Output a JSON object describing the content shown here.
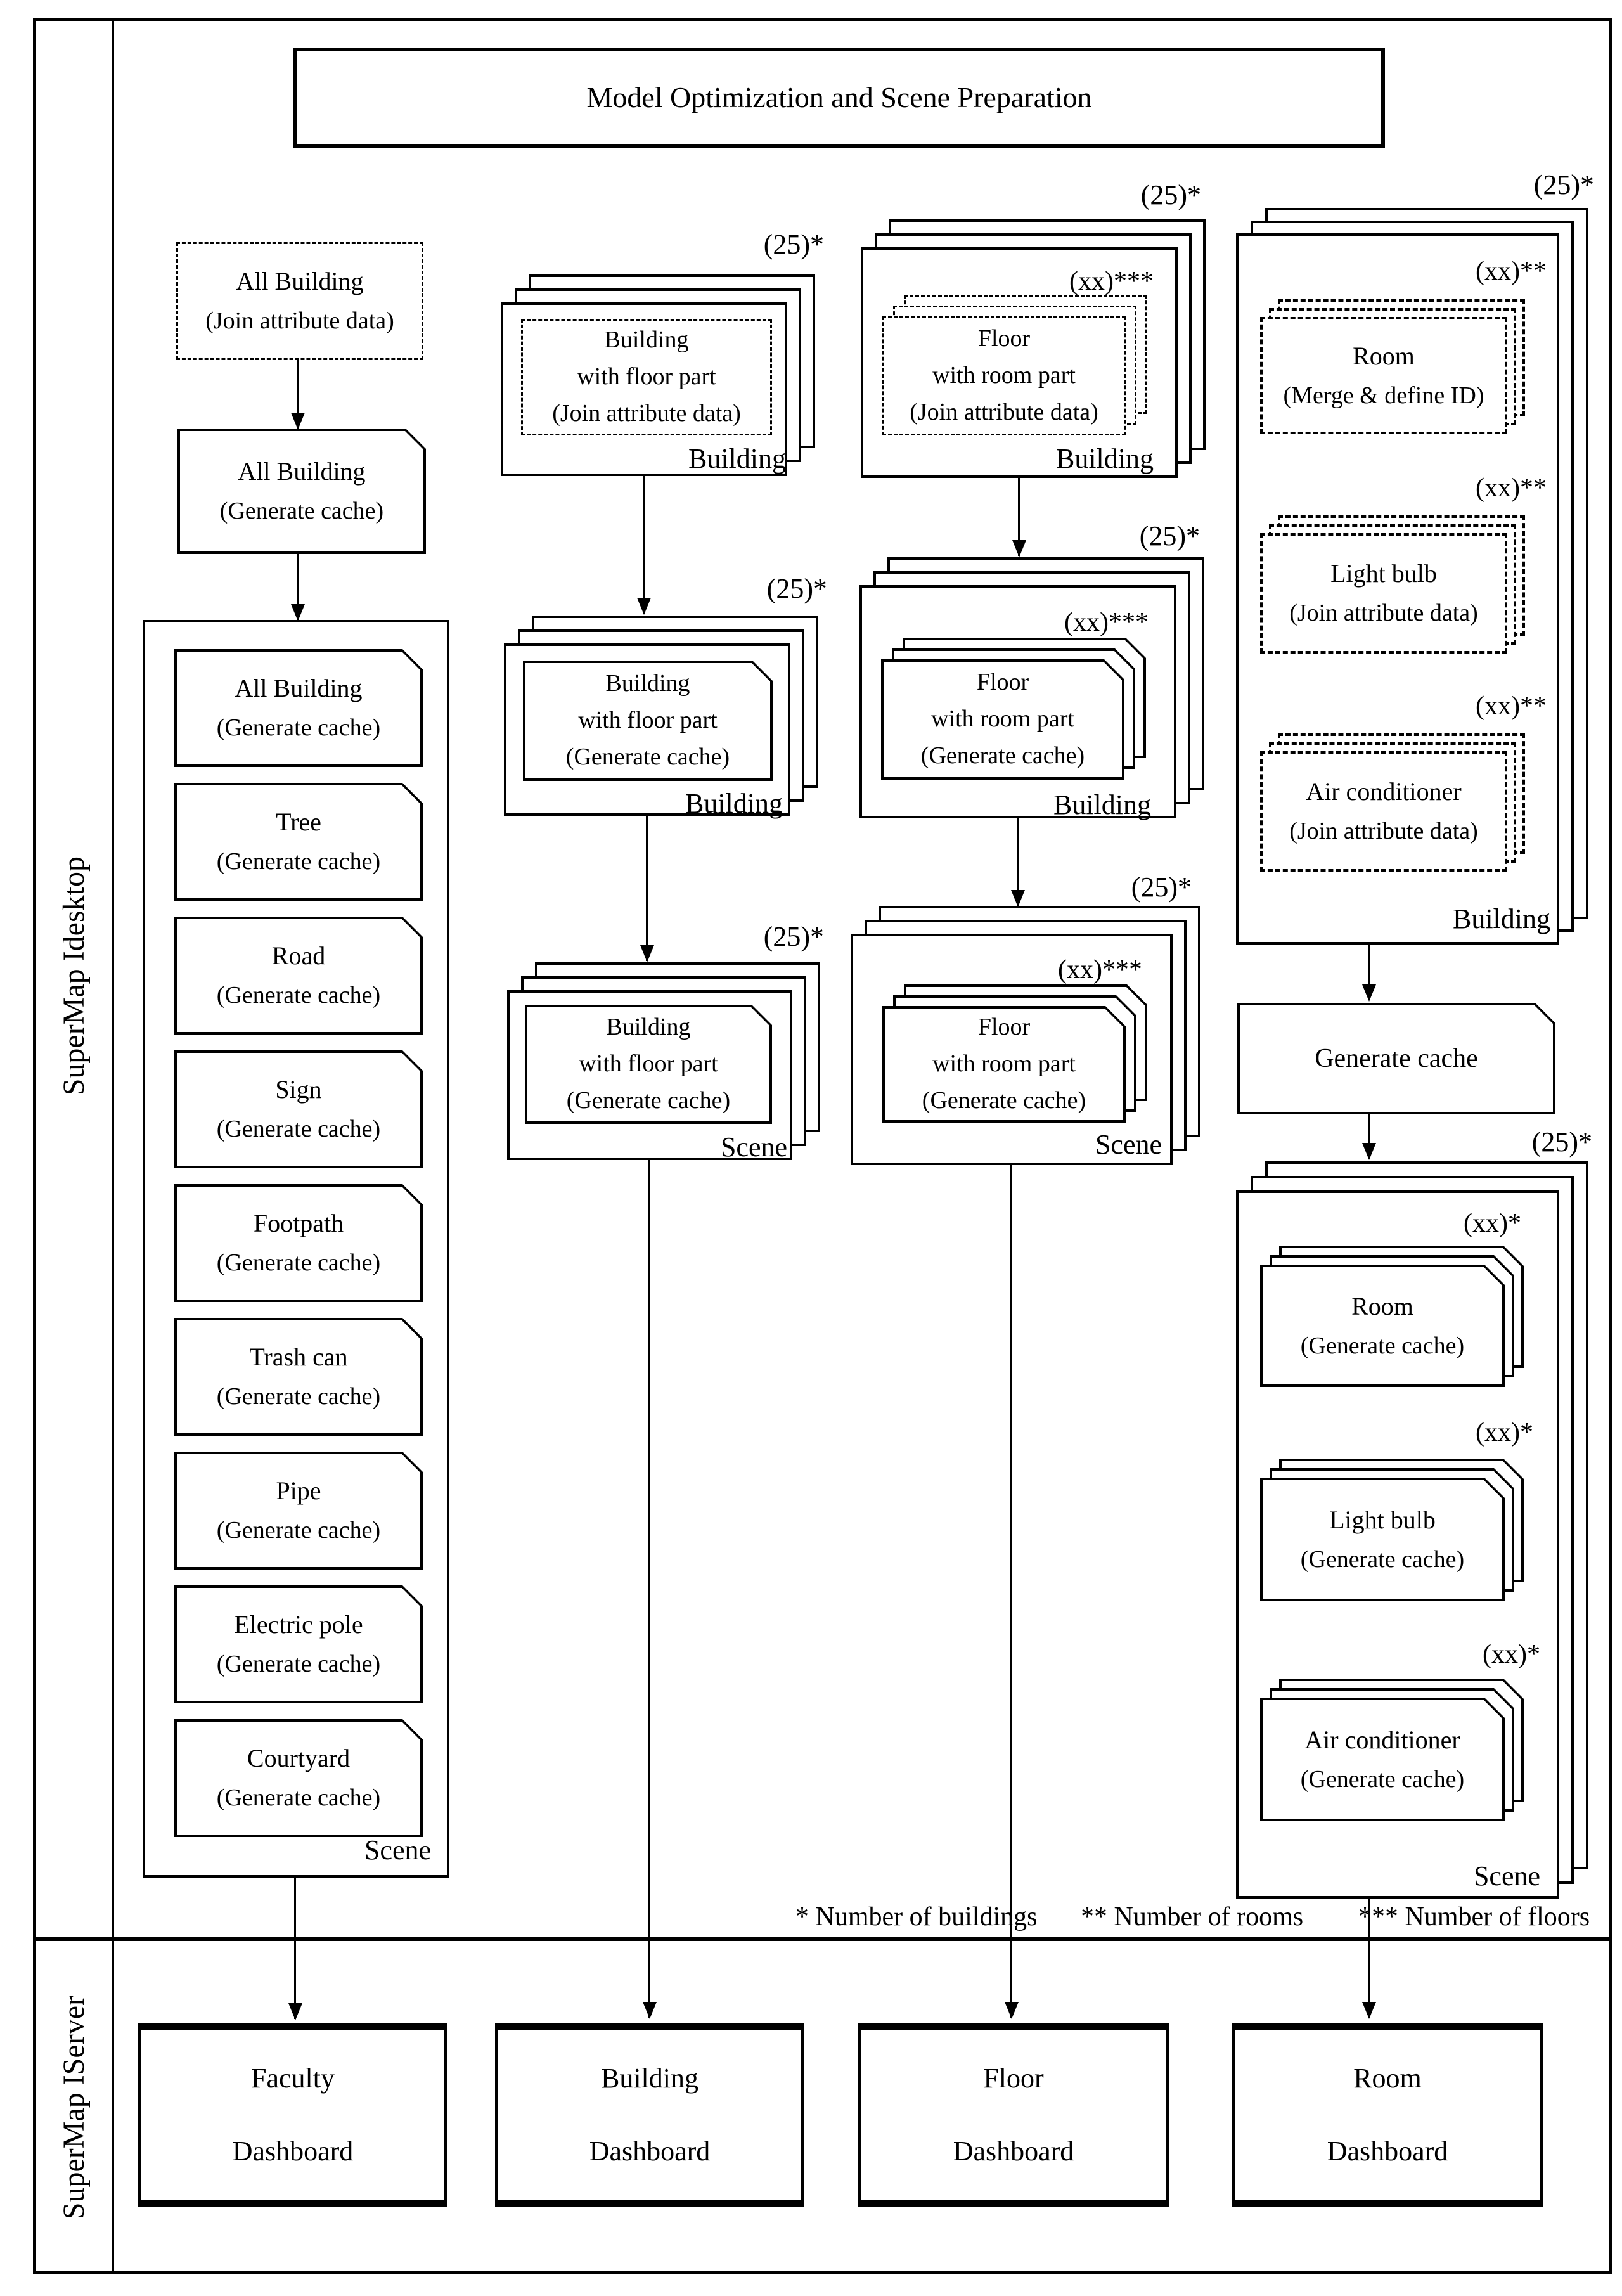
{
  "sidebar": {
    "top_label": "SuperMap Idesktop",
    "bottom_label": "SuperMap IServer"
  },
  "title": "Model Optimization and Scene Preparation",
  "col1": {
    "join": {
      "line1": "All Building",
      "line2": "(Join attribute data)"
    },
    "cache": {
      "line1": "All Building",
      "line2": "(Generate cache)"
    },
    "scene": {
      "label": "Scene",
      "items": [
        {
          "name": "All Building",
          "op": "(Generate cache)"
        },
        {
          "name": "Tree",
          "op": "(Generate cache)"
        },
        {
          "name": "Road",
          "op": "(Generate cache)"
        },
        {
          "name": "Sign",
          "op": "(Generate cache)"
        },
        {
          "name": "Footpath",
          "op": "(Generate cache)"
        },
        {
          "name": "Trash can",
          "op": "(Generate cache)"
        },
        {
          "name": "Pipe",
          "op": "(Generate cache)"
        },
        {
          "name": "Electric pole",
          "op": "(Generate cache)"
        },
        {
          "name": "Courtyard",
          "op": "(Generate cache)"
        }
      ]
    }
  },
  "col2": {
    "join": {
      "badge": "(25)*",
      "lines": [
        "Building",
        "with floor part",
        "(Join attribute data)"
      ],
      "card_label": "Building"
    },
    "cache": {
      "badge": "(25)*",
      "lines": [
        "Building",
        "with floor part",
        "(Generate cache)"
      ],
      "card_label": "Building"
    },
    "scene": {
      "badge": "(25)*",
      "lines": [
        "Building",
        "with floor part",
        "(Generate cache)"
      ],
      "card_label": "Scene"
    }
  },
  "col3": {
    "join": {
      "badge": "(25)*",
      "inner_badge": "(xx)***",
      "lines": [
        "Floor",
        "with room part",
        "(Join attribute data)"
      ],
      "card_label": "Building"
    },
    "cache": {
      "badge": "(25)*",
      "inner_badge": "(xx)***",
      "lines": [
        "Floor",
        "with room part",
        "(Generate cache)"
      ],
      "card_label": "Building"
    },
    "scene": {
      "badge": "(25)*",
      "inner_badge": "(xx)***",
      "lines": [
        "Floor",
        "with room part",
        "(Generate cache)"
      ],
      "card_label": "Scene"
    }
  },
  "col4": {
    "building": {
      "badge": "(25)*",
      "card_label": "Building",
      "groups": [
        {
          "badge": "(xx)**",
          "line1": "Room",
          "line2": "(Merge & define ID)"
        },
        {
          "badge": "(xx)**",
          "line1": "Light bulb",
          "line2": "(Join attribute data)"
        },
        {
          "badge": "(xx)**",
          "line1": "Air conditioner",
          "line2": "(Join attribute data)"
        }
      ]
    },
    "generate_cache": "Generate cache",
    "scene": {
      "badge": "(25)*",
      "card_label": "Scene",
      "groups": [
        {
          "badge": "(xx)*",
          "line1": "Room",
          "line2": "(Generate cache)"
        },
        {
          "badge": "(xx)*",
          "line1": "Light bulb",
          "line2": "(Generate cache)"
        },
        {
          "badge": "(xx)*",
          "line1": "Air conditioner",
          "line2": "(Generate cache)"
        }
      ]
    }
  },
  "footnotes": {
    "buildings": "* Number of buildings",
    "rooms": "** Number of rooms",
    "floors": "*** Number of floors"
  },
  "dashboards": [
    {
      "line1": "Faculty",
      "line2": "Dashboard"
    },
    {
      "line1": "Building",
      "line2": "Dashboard"
    },
    {
      "line1": "Floor",
      "line2": "Dashboard"
    },
    {
      "line1": "Room",
      "line2": "Dashboard"
    }
  ]
}
